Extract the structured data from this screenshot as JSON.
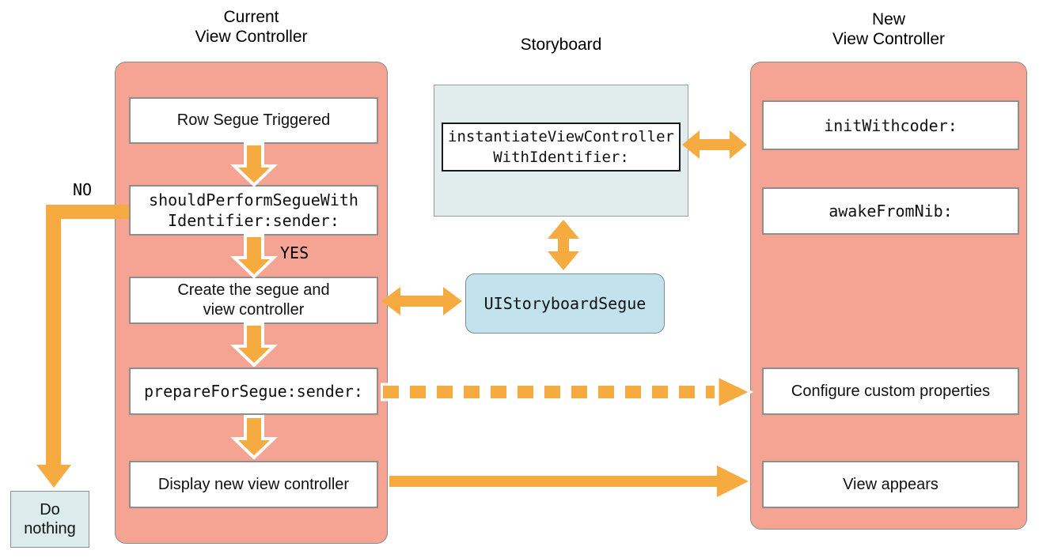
{
  "titles": {
    "current": {
      "line1": "Current",
      "line2": "View Controller"
    },
    "storyboard": "Storyboard",
    "new": {
      "line1": "New",
      "line2": "View Controller"
    }
  },
  "current_column": {
    "row_segue": "Row Segue Triggered",
    "should_perform": {
      "line1": "shouldPerformSegueWith",
      "line2": "Identifier:sender:"
    },
    "create_segue": {
      "line1": "Create the segue and",
      "line2": "view controller"
    },
    "prepare_for_segue": "prepareForSegue:sender:",
    "display": "Display new view controller"
  },
  "storyboard_panel": {
    "instantiate": {
      "line1": "instantiateViewController",
      "line2": "WithIdentifier:"
    },
    "segue_class": "UIStoryboardSegue"
  },
  "new_column": {
    "init_with_coder": "initWithcoder:",
    "awake_from_nib": "awakeFromNib:",
    "configure": "Configure custom properties",
    "view_appears": "View appears"
  },
  "decision_labels": {
    "no": "NO",
    "yes": "YES"
  },
  "do_nothing": {
    "line1": "Do",
    "line2": "nothing"
  },
  "colors": {
    "container_fill": "#F5A493",
    "container_border": "#8B8B8B",
    "arrow_orange": "#F5AB40",
    "storyboard_fill": "#E0EDEC",
    "segue_fill": "#C2E2EE",
    "do_nothing_fill": "#DCEBEB",
    "box_border": "#8E8E8E"
  }
}
